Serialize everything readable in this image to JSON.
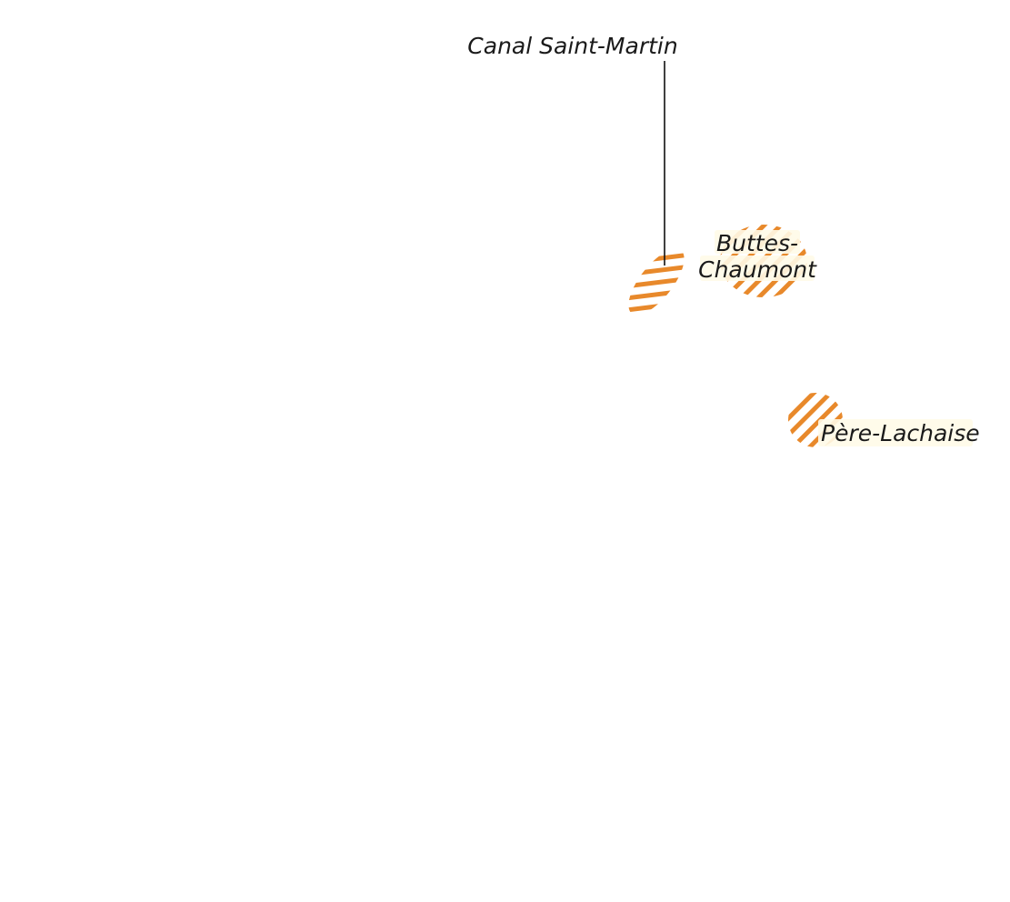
{
  "map": {
    "hatch_color": "#E8892B",
    "leader_color": "#111111",
    "label_color": "#1a1a1a",
    "halo_color": "#fffbe8",
    "places": [
      {
        "id": "canal-saint-martin",
        "label": "Canal Saint-Martin"
      },
      {
        "id": "buttes-chaumont",
        "label_lines": [
          "Buttes-",
          "Chaumont"
        ]
      },
      {
        "id": "pere-lachaise",
        "label": "Père-Lachaise"
      }
    ]
  }
}
